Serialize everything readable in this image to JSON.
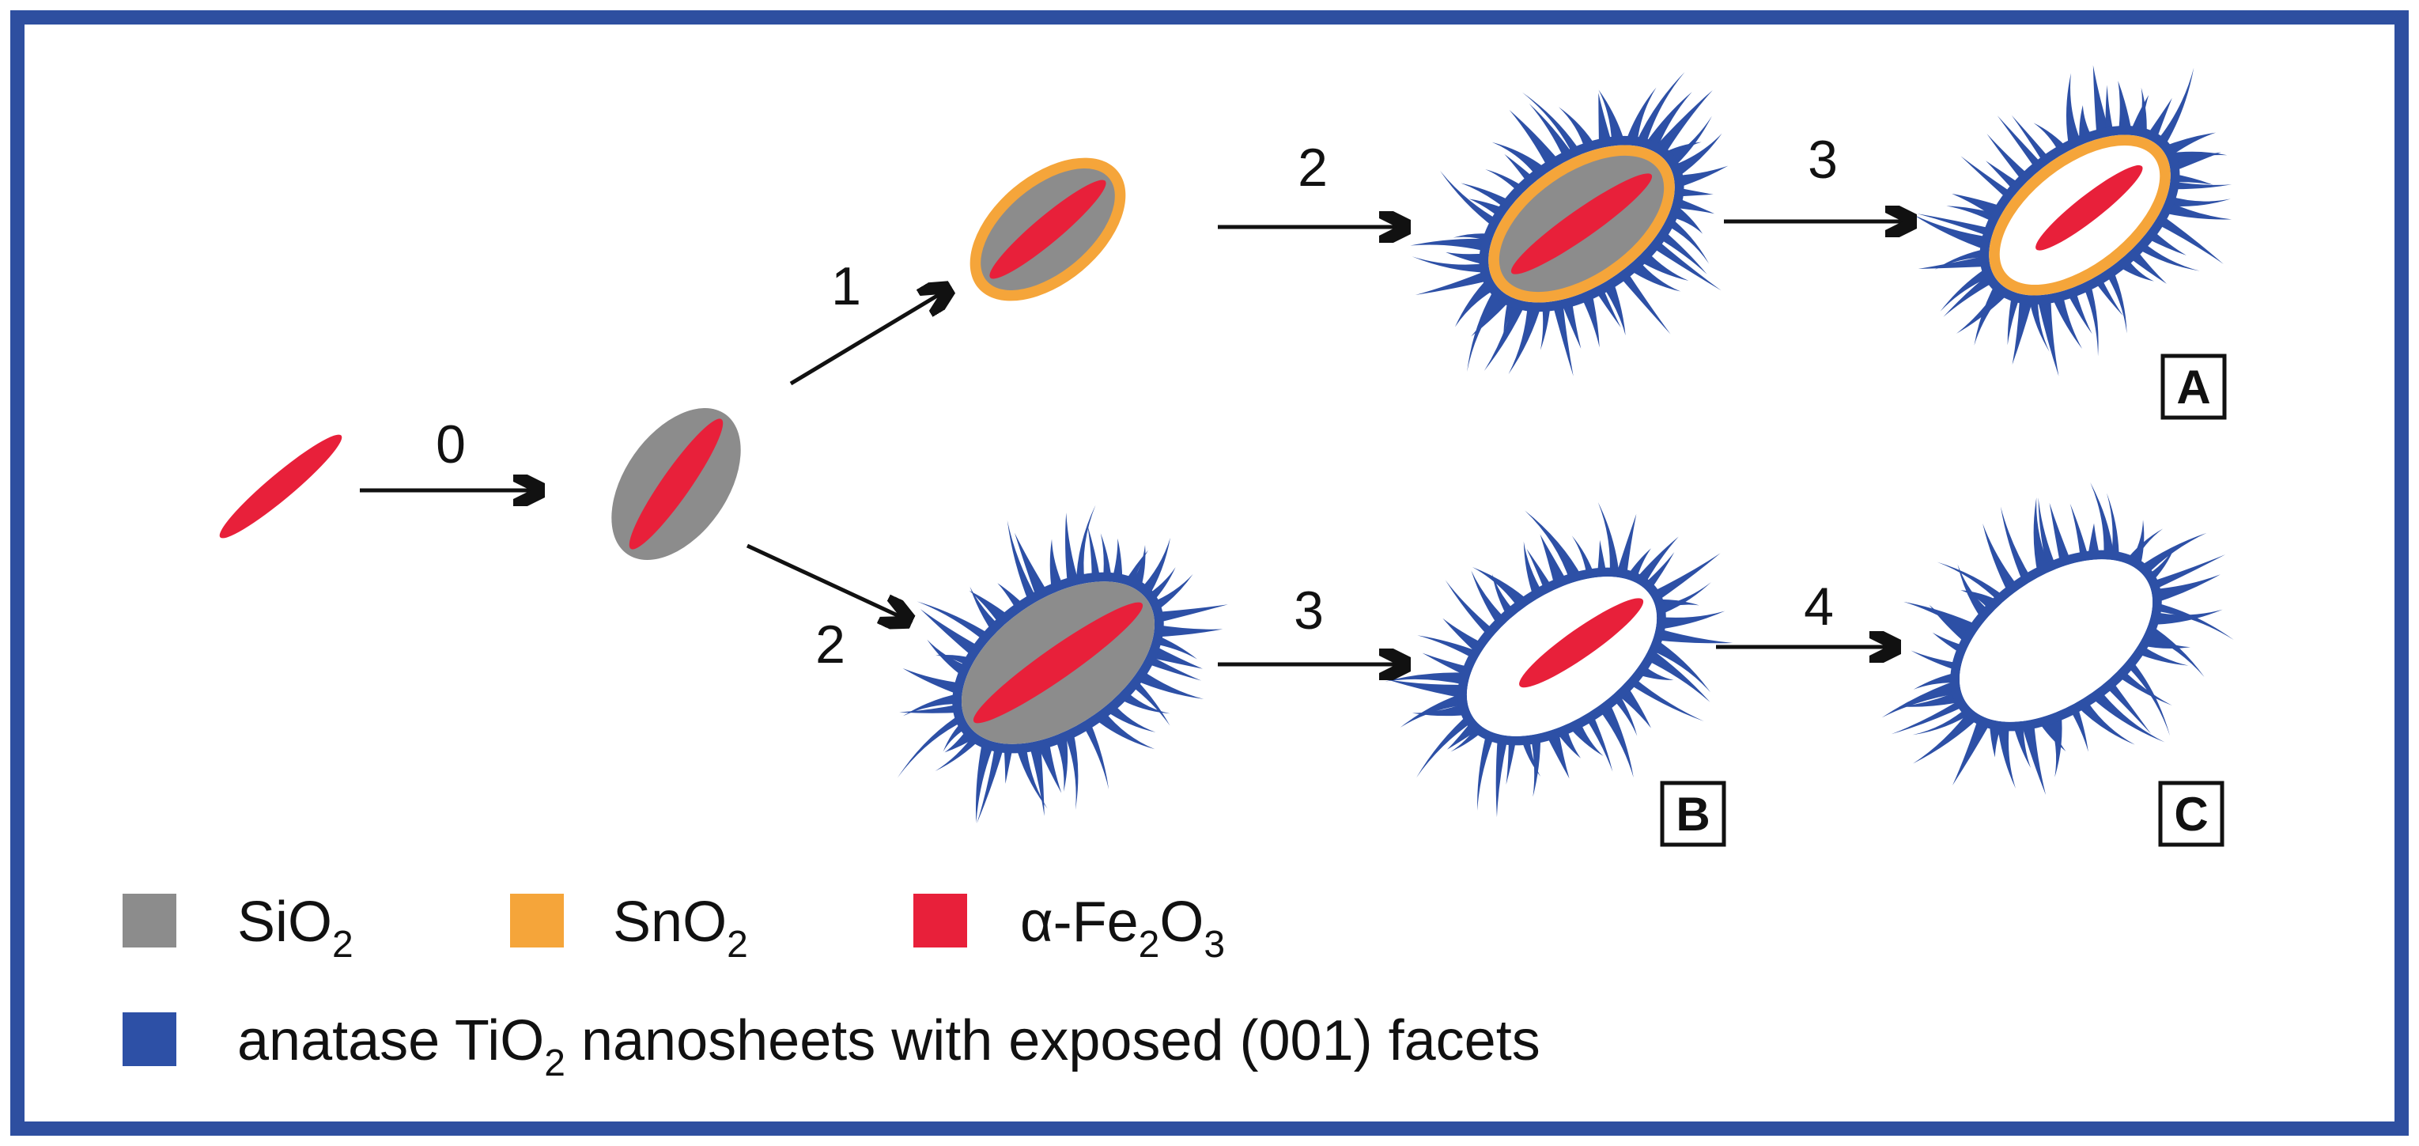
{
  "colors": {
    "frame": "#2e4fa0",
    "sio2": "#8c8c8c",
    "sno2": "#f5a53a",
    "fe2o3": "#e8203a",
    "tio2": "#2d50a6",
    "arrow": "#111111"
  },
  "steps": {
    "s0": "0",
    "s1": "1",
    "s2_top": "2",
    "s3_top": "3",
    "s2_bottom": "2",
    "s3_bottom": "3",
    "s4": "4"
  },
  "products": {
    "a": "A",
    "b": "B",
    "c": "C"
  },
  "legend": {
    "sio2": {
      "base": "SiO",
      "sub": "2"
    },
    "sno2": {
      "base": "SnO",
      "sub": "2"
    },
    "fe2o3": {
      "a": "α-Fe",
      "s1": "2",
      "b": "O",
      "s2": "3"
    },
    "tio2": {
      "pre": "anatase TiO",
      "sub": "2",
      "post": " nanosheets with exposed (001) facets"
    }
  }
}
